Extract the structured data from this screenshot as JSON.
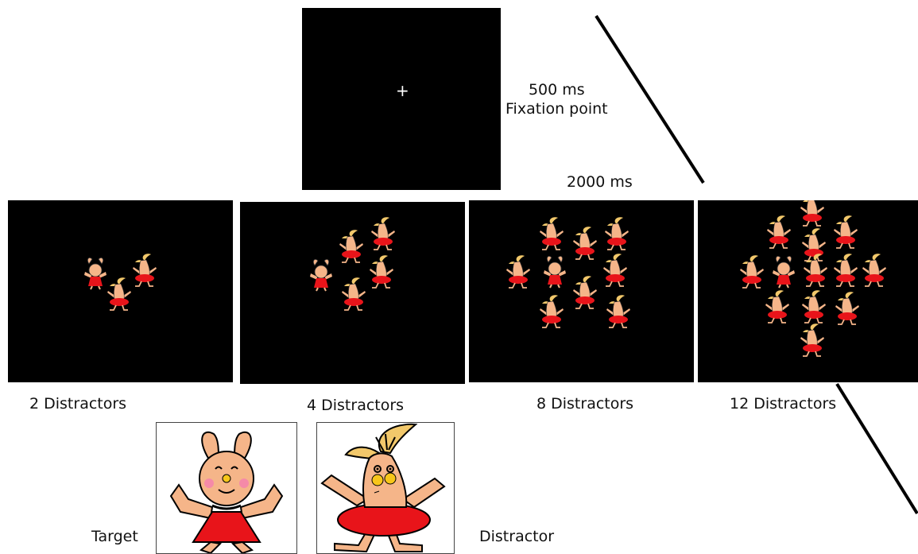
{
  "fixation": {
    "symbol": "+",
    "duration": "500 ms",
    "label": "Fixation point"
  },
  "search_duration": "2000 ms",
  "conditions": [
    {
      "label": "2 Distractors"
    },
    {
      "label": "4 Distractors"
    },
    {
      "label": "8 Distractors"
    },
    {
      "label": "12 Distractors"
    }
  ],
  "stimuli": {
    "target_label": "Target",
    "distractor_label": "Distractor"
  },
  "colors": {
    "screen": "#000000",
    "dress": "#e8141a",
    "skin": "#f5b589",
    "cheek_pink": "#f58aa8",
    "cheek_yellow": "#f7c61a",
    "hair": "#f2c86b"
  }
}
